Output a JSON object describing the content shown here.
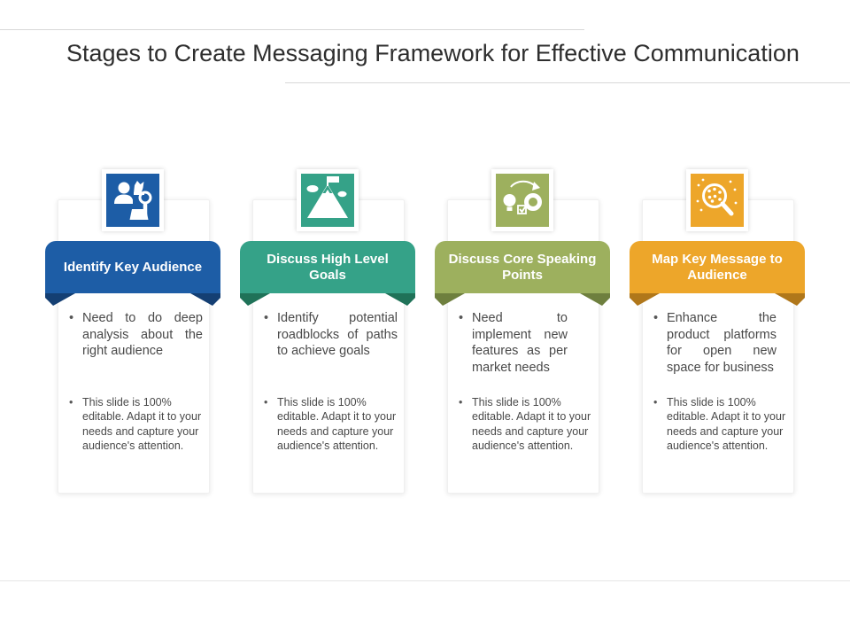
{
  "page": {
    "title": "Stages to Create Messaging Framework for Effective Communication",
    "bullet_char": "•"
  },
  "columns": [
    {
      "title": "Identify Key Audience",
      "icon": "audience-research-icon",
      "color": "#1d5da6",
      "color_dark": "#143f73",
      "bullets": [
        "Need to do deep analysis about the right audience",
        "This slide is 100% editable. Adapt it to your needs and capture your audience's attention."
      ]
    },
    {
      "title": "Discuss High Level Goals",
      "icon": "goal-mountain-icon",
      "color": "#35a288",
      "color_dark": "#1f7258",
      "bullets": [
        "Identify potential roadblocks of paths to achieve goals",
        "This slide is 100% editable. Adapt it to your needs and capture your audience's attention."
      ]
    },
    {
      "title": "Discuss Core Speaking Points",
      "icon": "ideation-process-icon",
      "color": "#9db05e",
      "color_dark": "#6e7f3e",
      "bullets": [
        "Need to implement new features as per market needs",
        "This slide is 100% editable. Adapt it to your needs and capture your audience's attention."
      ]
    },
    {
      "title": "Map Key Message to Audience",
      "icon": "message-search-icon",
      "color": "#eda62a",
      "color_dark": "#b0771a",
      "bullets": [
        "Enhance the product platforms for open new space for business",
        "This slide is 100% editable. Adapt it to your needs and capture your audience's attention."
      ]
    }
  ]
}
